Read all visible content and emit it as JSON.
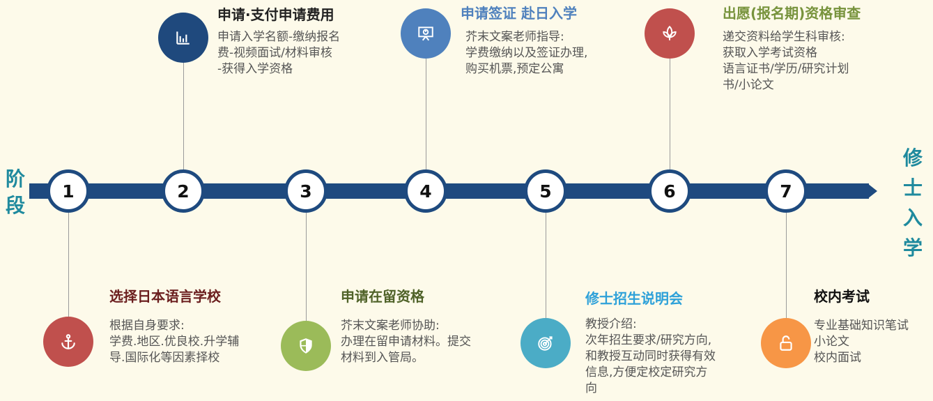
{
  "left_label": "阶\n段",
  "right_label": "修\n士\n入\n学",
  "steps": [
    {
      "number": "1",
      "title": "选择日本语言学校",
      "title_color": "#6b1e1e",
      "icon": "anchor-icon",
      "icon_color": "#c0504d",
      "desc": "根据自身要求:\n学费.地区.优良校.升学辅\n导.国际化等因素择校"
    },
    {
      "number": "2",
      "title": "申请·支付申请费用",
      "title_color": "#222222",
      "icon": "bar-chart-icon",
      "icon_color": "#1f497d",
      "desc": "申请入学名额-缴纳报名\n费-视频面试/材料审核\n-获得入学资格"
    },
    {
      "number": "3",
      "title": "申请在留资格",
      "title_color": "#4f6228",
      "icon": "shield-icon",
      "icon_color": "#9bbb59",
      "desc": "芥末文案老师协助:\n办理在留申请材料。提交\n材料到入管局。"
    },
    {
      "number": "4",
      "title": "申请签证 赴日入学",
      "title_color": "#4f81bd",
      "icon": "presentation-board-icon",
      "icon_color": "#4f81bd",
      "desc": "芥末文案老师指导:\n学费缴纳以及签证办理,\n购买机票,预定公寓"
    },
    {
      "number": "5",
      "title": "修士招生说明会",
      "title_color": "#2ea1d9",
      "icon": "target-icon",
      "icon_color": "#4bacc6",
      "desc": "教授介绍:\n次年招生要求/研究方向,\n和教授互动同时获得有效\n信息,方便定校定研究方\n向"
    },
    {
      "number": "6",
      "title": "出愿(报名期)资格审查",
      "title_color": "#77933c",
      "icon": "lotus-icon",
      "icon_color": "#c0504d",
      "desc": "递交资料给学生科审核:\n获取入学考试资格\n语言证书/学历/研究计划\n书/小论文"
    },
    {
      "number": "7",
      "title": "校内考试",
      "title_color": "#111111",
      "icon": "lock-icon",
      "icon_color": "#f79646",
      "desc": "专业基础知识笔试\n小论文\n校内面试"
    }
  ]
}
